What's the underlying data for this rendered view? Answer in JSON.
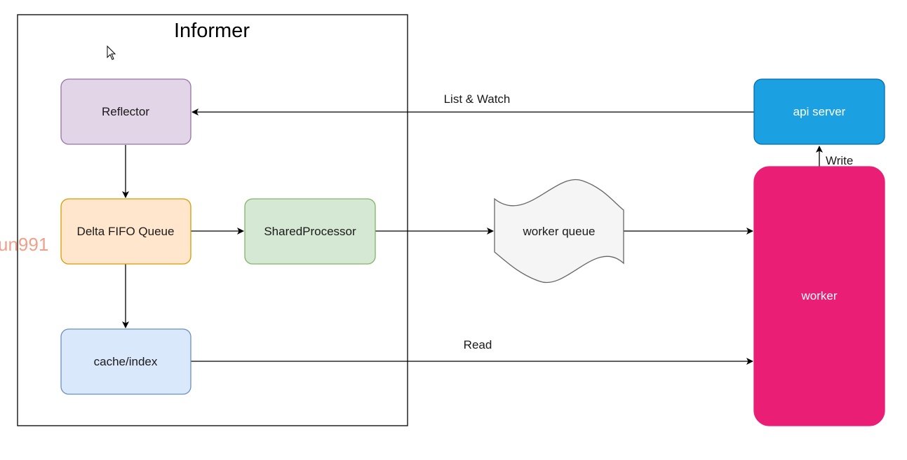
{
  "informer": {
    "title": "Informer"
  },
  "nodes": {
    "reflector": {
      "label": "Reflector",
      "fill": "#e1d5e7",
      "stroke": "#9673a6"
    },
    "delta_fifo": {
      "label": "Delta FIFO Queue",
      "fill": "#ffe6cc",
      "stroke": "#d79b00"
    },
    "shared_processor": {
      "label": "SharedProcessor",
      "fill": "#d5e8d4",
      "stroke": "#82b366"
    },
    "cache_index": {
      "label": "cache/index",
      "fill": "#dae8fc",
      "stroke": "#6c8ebf"
    },
    "worker_queue": {
      "label": "worker queue",
      "fill": "#f5f5f5",
      "stroke": "#666666"
    },
    "api_server": {
      "label": "api server",
      "fill": "#1ba1e2",
      "stroke": "#006eaf"
    },
    "worker": {
      "label": "worker",
      "fill": "#e91e74",
      "stroke": "#e91e74"
    }
  },
  "edges": {
    "list_watch": "List & Watch",
    "read": "Read",
    "write": "Write"
  },
  "watermark": {
    "text": "un991"
  }
}
